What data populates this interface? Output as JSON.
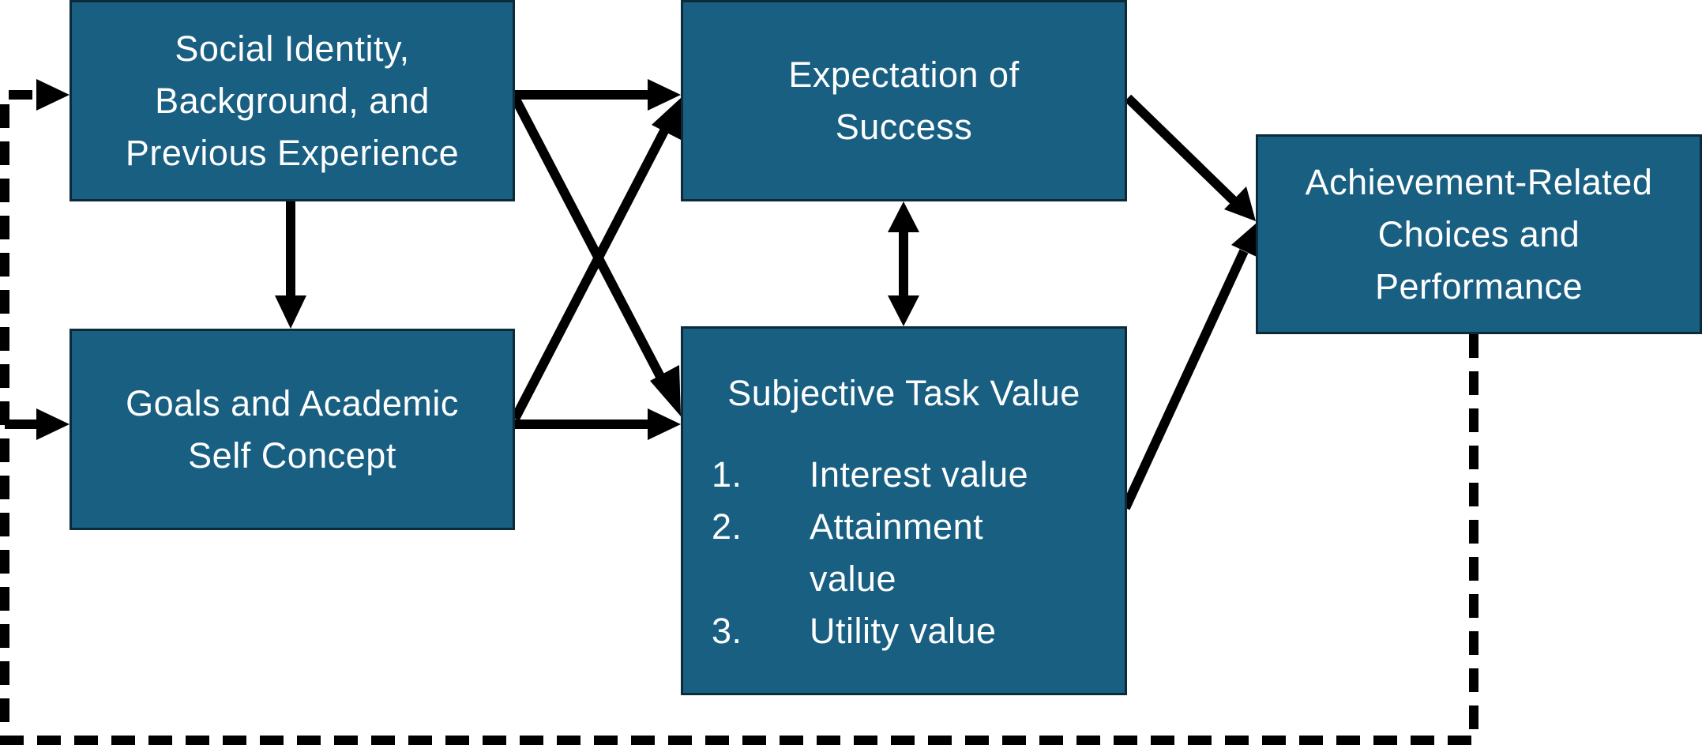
{
  "diagram": {
    "nodes": {
      "social": {
        "lines": [
          "Social Identity,",
          "Background, and",
          "Previous Experience"
        ]
      },
      "goals": {
        "lines": [
          "Goals and Academic",
          "Self Concept"
        ]
      },
      "expectation": {
        "lines": [
          "Expectation of",
          "Success"
        ]
      },
      "achievement": {
        "lines": [
          "Achievement-Related",
          "Choices and",
          "Performance"
        ]
      },
      "value": {
        "title": "Subjective Task Value",
        "items": [
          {
            "num": "1.",
            "text": "Interest value"
          },
          {
            "num": "2.",
            "text": "Attainment value"
          },
          {
            "num": "3.",
            "text": "Utility value"
          }
        ]
      }
    },
    "edges": [
      {
        "from": "social",
        "to": "expectation",
        "style": "solid"
      },
      {
        "from": "social",
        "to": "value",
        "style": "solid"
      },
      {
        "from": "social",
        "to": "goals",
        "style": "solid"
      },
      {
        "from": "goals",
        "to": "expectation",
        "style": "solid"
      },
      {
        "from": "goals",
        "to": "value",
        "style": "solid"
      },
      {
        "from": "expectation",
        "to": "value",
        "style": "solid",
        "bidirectional": true
      },
      {
        "from": "expectation",
        "to": "achievement",
        "style": "solid"
      },
      {
        "from": "value",
        "to": "achievement",
        "style": "solid"
      },
      {
        "from": "achievement",
        "to": "social",
        "style": "dashed"
      },
      {
        "from": "achievement",
        "to": "goals",
        "style": "dashed"
      }
    ],
    "colors": {
      "box_fill": "#185f82",
      "box_border": "#0b2a3a",
      "box_text": "#ffffff",
      "arrow": "#000000"
    }
  }
}
